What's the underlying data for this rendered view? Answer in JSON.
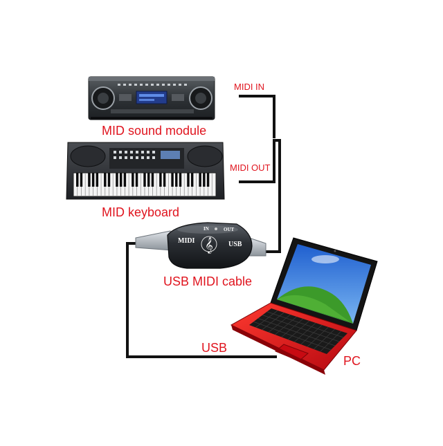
{
  "colors": {
    "label": "#e0141e",
    "cable": "#111111",
    "laptop_body": "#e8101a",
    "screen_sky": "#2d6fd6",
    "screen_grass": "#3c9a2a"
  },
  "labels": {
    "sound_module": "MID sound module",
    "keyboard": "MID keyboard",
    "cable": "USB MIDI cable",
    "pc": "PC",
    "usb": "USB",
    "midi_in": "MIDI IN",
    "midi_out": "MIDI OUT"
  },
  "adapter": {
    "left_text": "MIDI",
    "right_text": "USB",
    "in_text": "IN",
    "out_text": "OUT"
  },
  "icons": {
    "adapter_logo": "treble-clef-icon"
  }
}
